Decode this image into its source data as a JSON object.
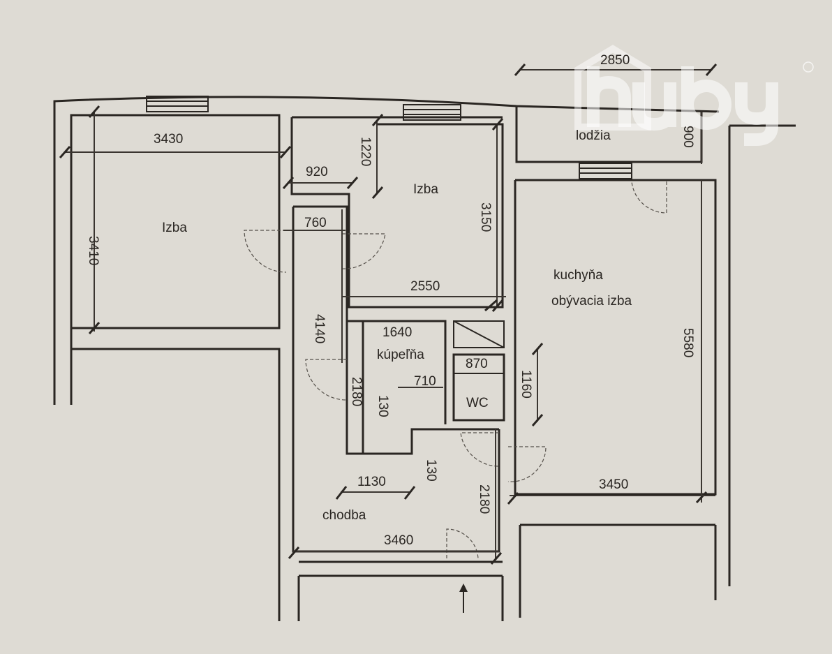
{
  "rooms": {
    "izba_left": "Izba",
    "izba_middle": "Izba",
    "lodzia": "lodžia",
    "kuchyna": "kuchyňa",
    "obyvacia": "obývacia izba",
    "kupelna": "kúpeľňa",
    "wc": "WC",
    "chodba": "chodba"
  },
  "dimensions": {
    "izba_left_width": "3430",
    "izba_left_depth": "3410",
    "niche_width": "920",
    "niche_depth": "1220",
    "passage_width": "760",
    "izba_middle_depth": "3150",
    "izba_middle_width": "2550",
    "hall_length": "4140",
    "bath_width": "1640",
    "wc_width": "870",
    "bath_inner": "710",
    "bath_depth": "2180",
    "bath_step": "130",
    "hall_step": "130",
    "wc_depth": "1160",
    "kitchen_depth": "5580",
    "kitchen_width": "3450",
    "hall_niche": "1130",
    "entry_depth": "2180",
    "chodba_width": "3460",
    "lodzia_width": "2850",
    "lodzia_depth": "900"
  },
  "watermark": {
    "text": "huby",
    "registered": "®"
  }
}
